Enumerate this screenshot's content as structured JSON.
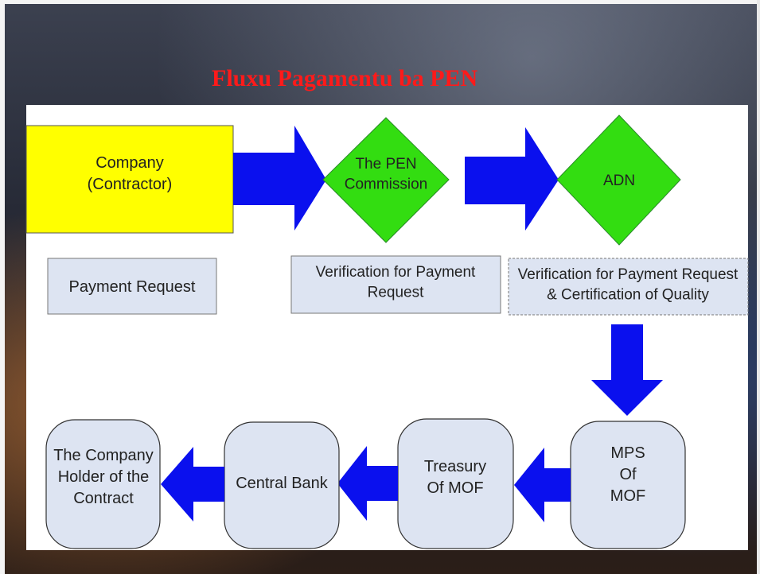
{
  "title": "Fluxu Pagamentu ba PEN",
  "nodes": {
    "company": [
      "Company",
      "(Contractor)"
    ],
    "pen_commission": [
      "The PEN",
      "Commission"
    ],
    "adn": [
      "ADN"
    ],
    "mps": [
      "MPS",
      "Of",
      "MOF"
    ],
    "treasury": [
      "Treasury",
      "Of MOF"
    ],
    "central_bank": [
      "Central Bank"
    ],
    "company_holder": [
      "The Company",
      "Holder of the",
      "Contract"
    ]
  },
  "labels": {
    "payment_request": [
      "Payment Request"
    ],
    "pen_verification": [
      "Verification for Payment",
      "Request"
    ],
    "adn_verification": [
      "Verification for Payment Request",
      "& Certification of Quality"
    ]
  },
  "colors": {
    "title": "#ff1a1a",
    "company_fill": "#ffff00",
    "diamond_fill": "#33dd11",
    "arrow_fill": "#0a10ee",
    "label_fill": "#dde4f2",
    "rounded_fill": "#dde4f2"
  }
}
